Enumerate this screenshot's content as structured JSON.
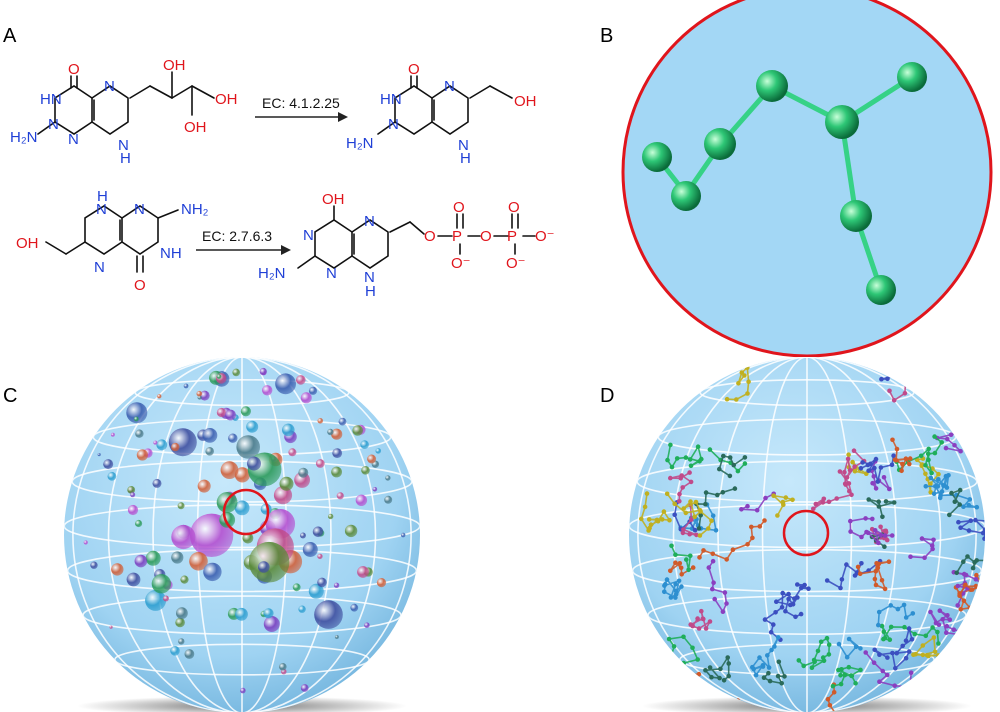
{
  "panels": {
    "A": {
      "label": "A"
    },
    "B": {
      "label": "B"
    },
    "C": {
      "label": "C"
    },
    "D": {
      "label": "D"
    }
  },
  "reactions": [
    {
      "ec_label": "EC: 4.1.2.25"
    },
    {
      "ec_label": "EC: 2.7.6.3"
    }
  ],
  "atoms": {
    "O": "O",
    "OH": "OH",
    "HN": "HN",
    "NH": "NH",
    "N": "N",
    "H": "H",
    "H2N": "H₂N",
    "NH2": "NH₂",
    "P": "P",
    "O_minus": "O⁻",
    "O_plain": "O"
  },
  "colors": {
    "nitrogen": "#1f3fd6",
    "oxygen": "#e0151c",
    "sphere": "#9fd3f2",
    "highlight_ring": "#e0151c",
    "node_green": "#1fb96a"
  },
  "icons": {
    "panel_B": "molecule-graph-icon",
    "panel_C": "chemical-space-sphere-icon",
    "panel_D": "network-sphere-icon"
  }
}
